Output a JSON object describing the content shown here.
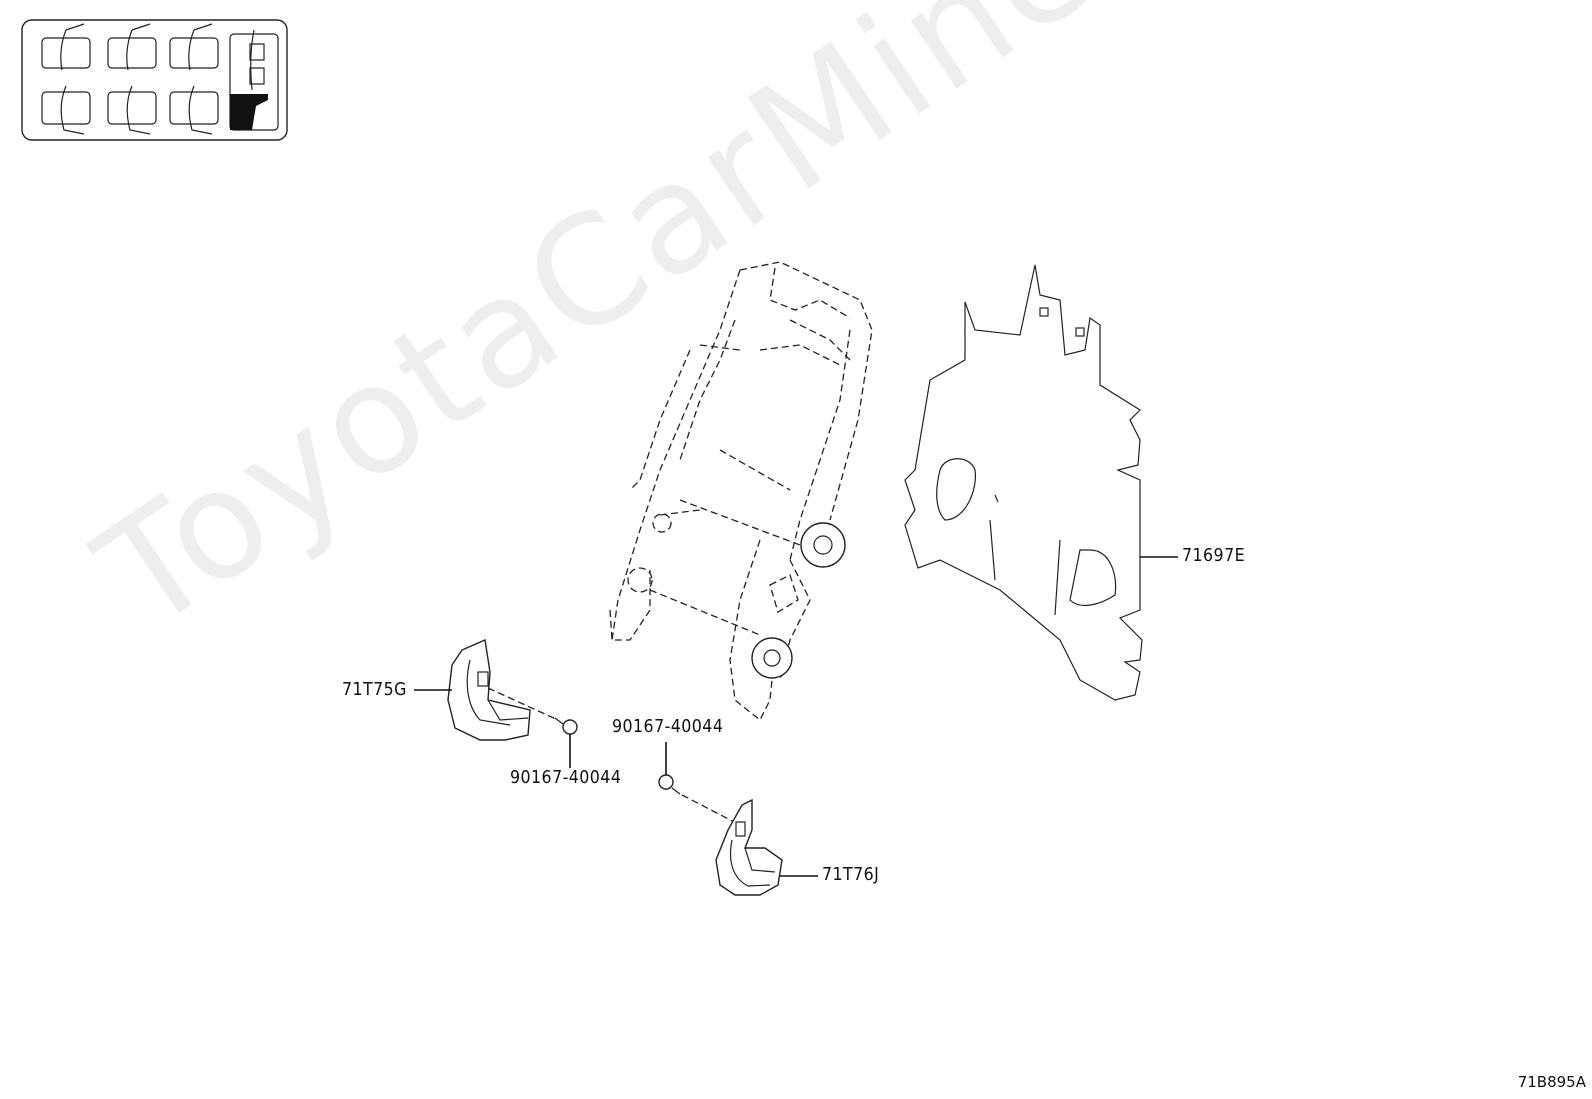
{
  "watermark": "ToyotaCarMine.ru",
  "diagram_code": "71B895A",
  "parts": {
    "backboard": "71697E",
    "cover_left": "71T75G",
    "cover_right": "71T76J",
    "screw_left": "90167-40044",
    "screw_right": "90167-40044"
  },
  "locator_icon": "seat-position-locator-icon"
}
